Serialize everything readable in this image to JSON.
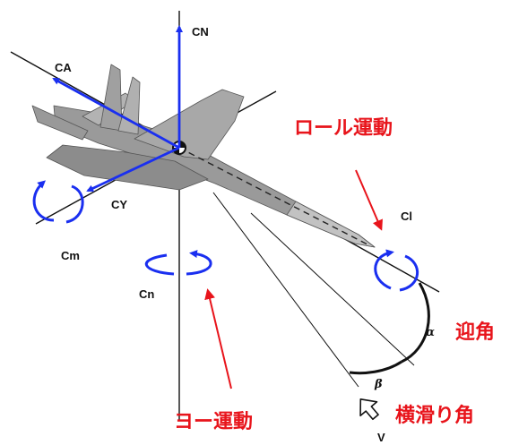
{
  "labels": {
    "cn": "CN",
    "ca": "CA",
    "cy": "CY",
    "cm": "Cm",
    "cn_small": "Cn",
    "cl": "Cl",
    "alpha": "α",
    "beta": "β",
    "v": "V",
    "roll_motion": "ロール運動",
    "yaw_motion": "ヨー運動",
    "angle_of_attack": "迎角",
    "sideslip_angle": "横滑り角"
  },
  "colors": {
    "axis_blue": "#1a2ff0",
    "annotation_red": "#e8141b",
    "aircraft_gray": "#9a9a9a",
    "line_black": "#111111"
  },
  "icons": {
    "moment_arrow": "circular-arrow-icon",
    "velocity_arrow": "hollow-arrow-icon"
  }
}
